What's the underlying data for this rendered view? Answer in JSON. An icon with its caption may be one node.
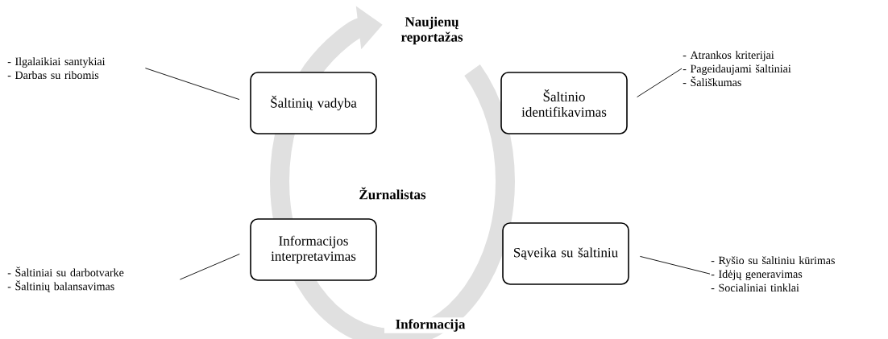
{
  "diagram": {
    "nodes": [
      {
        "text": [
          "- Ilgalaikiai santykiai",
          "- Darbas su ribomis"
        ]
      },
      {
        "text": [
          "Šaltinių vadyba"
        ]
      },
      {
        "text": [
          "Šaltinio identifikavimas"
        ]
      },
      {
        "text": [
          "- Atrankos kriterijai",
          "- Pageidaujami šaltiniai",
          "- Šališkumas"
        ]
      },
      {
        "text": [
          "- Šaltiniai su darbotvarke",
          "- Šaltinių balansavimas"
        ]
      },
      {
        "text": [
          "Informacijos interpretavimas"
        ]
      },
      {
        "text": [
          "Sąveika su šaltiniu"
        ]
      },
      {
        "text": [
          "- Ryšio su šaltiniu kūrimas",
          "- Idėjų generavimas",
          "- Socialiniai tinklai"
        ]
      }
    ],
    "edges": [
      {
        "from": 0,
        "to": 1,
        "arrow": "none"
      },
      {
        "from": 3,
        "to": 2,
        "arrow": "none"
      },
      {
        "from": 4,
        "to": 5,
        "arrow": "none"
      },
      {
        "from": 7,
        "to": 6,
        "arrow": "none"
      }
    ],
    "labels": [
      "Naujienų reportažas",
      "Žurnalistas",
      "Informacija"
    ]
  }
}
